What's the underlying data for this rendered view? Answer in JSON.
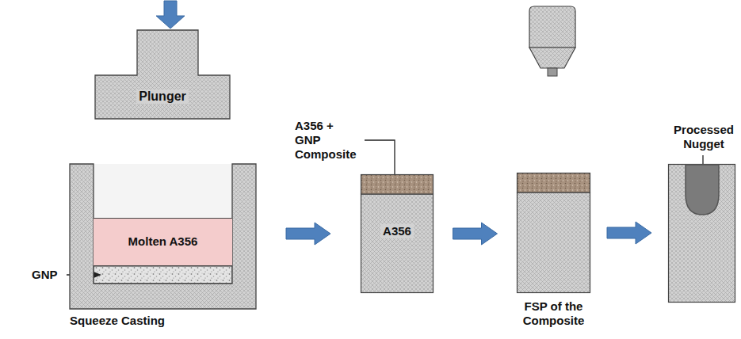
{
  "diagram": {
    "nodes": [
      {
        "text": [
          "Plunger"
        ]
      },
      {
        "text": [
          "Squeeze Casting"
        ]
      },
      {
        "text": [
          "Molten A356"
        ],
        "in": 1
      },
      {
        "text": [
          "A356"
        ]
      },
      {
        "text": [
          "FSP of the Composite"
        ]
      },
      {
        "text": [
          "Processed Nugget"
        ]
      }
    ],
    "edges": [
      {
        "from": 1,
        "to": 3,
        "arrow": "to"
      },
      {
        "from": 3,
        "to": 4,
        "arrow": "to"
      },
      {
        "from": 4,
        "to": 5,
        "arrow": "to"
      }
    ],
    "labels": [
      "GNP",
      "A356 + GNP Composite"
    ]
  }
}
